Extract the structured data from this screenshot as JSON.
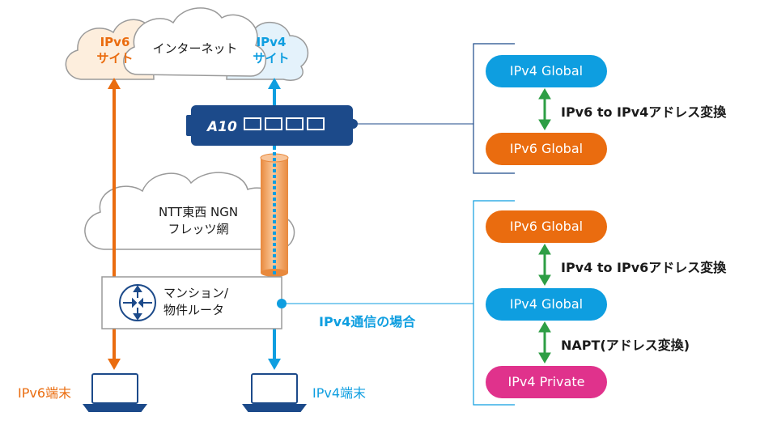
{
  "clouds": {
    "ipv6_site": "IPv6\nサイト",
    "internet": "インターネット",
    "ipv4_site": "IPv4\nサイト",
    "ngn": "NTT東西 NGN\nフレッツ網"
  },
  "device": {
    "brand": "A10"
  },
  "router": {
    "label": "マンション/\n物件ルータ"
  },
  "ipv4_case_label": "IPv4通信の場合",
  "terminals": {
    "ipv6": "IPv6端末",
    "ipv4": "IPv4端末"
  },
  "upper_box": {
    "top": "IPv4 Global",
    "conversion": "IPv6 to IPv4アドレス変換",
    "bottom": "IPv6 Global"
  },
  "lower_box": {
    "first": "IPv6 Global",
    "conversion1": "IPv4 to IPv6アドレス変換",
    "second": "IPv4 Global",
    "conversion2": "NAPT(アドレス変換)",
    "third": "IPv4 Private"
  },
  "colors": {
    "ipv6_orange": "#ea6c0f",
    "ipv4_blue": "#0e9ee0",
    "device_navy": "#1c4a8a",
    "private_magenta": "#e0328c",
    "arrow_green": "#2e9e45",
    "cloud_ipv6_fill": "#fdeedd",
    "cloud_ipv4_fill": "#e4f2fb",
    "tunnel_orange": "#f6b27a"
  }
}
